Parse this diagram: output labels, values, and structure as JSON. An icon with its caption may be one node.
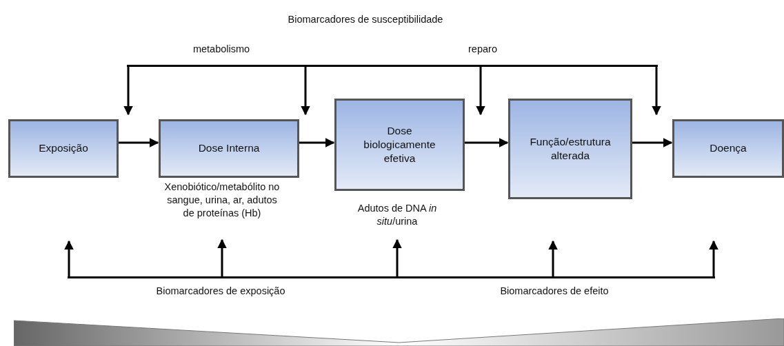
{
  "diagram": {
    "nodes": [
      {
        "text": [
          "Exposição"
        ]
      },
      {
        "text": [
          "Dose Interna"
        ],
        "beside": [
          "Xenobiótico/metabólito no sangue, urina, ar, adutos de proteínas (Hb)"
        ]
      },
      {
        "text": [
          "Dose biologicamente efetiva"
        ],
        "beside": [
          "Adutos de DNA *in situ*/urina"
        ]
      },
      {
        "text": [
          "Função/estrutura alterada"
        ]
      },
      {
        "text": [
          "Doença"
        ]
      },
      {
        "text": [],
        "shape": "chevron"
      },
      {
        "text": [],
        "shape": "bar"
      },
      {
        "text": [],
        "shape": "bar"
      }
    ],
    "edges": [
      {
        "from": 0,
        "to": 1,
        "arrow": "to"
      },
      {
        "from": 1,
        "to": 2,
        "arrow": "to"
      },
      {
        "from": 2,
        "to": 3,
        "arrow": "to"
      },
      {
        "from": 3,
        "to": 4,
        "arrow": "to"
      },
      {
        "from": 6,
        "to": 0,
        "arrow": "to"
      },
      {
        "from": 6,
        "to": 1,
        "arrow": "to"
      },
      {
        "from": 6,
        "to": 2,
        "arrow": "to"
      },
      {
        "from": 6,
        "to": 4,
        "arrow": "to"
      },
      {
        "from": 7,
        "to": null,
        "arrow": "to"
      },
      {
        "from": 7,
        "to": 1,
        "arrow": "to"
      },
      {
        "from": 7,
        "to": 2,
        "arrow": "to"
      },
      {
        "from": 7,
        "to": null,
        "arrow": "to"
      },
      {
        "from": 7,
        "to": null,
        "arrow": "to"
      }
    ],
    "labels": [
      "Biomarcadores de susceptibilidade",
      "metabolismo",
      "reparo",
      "Biomarcadores de exposição",
      "Biomarcadores de efeito"
    ]
  }
}
